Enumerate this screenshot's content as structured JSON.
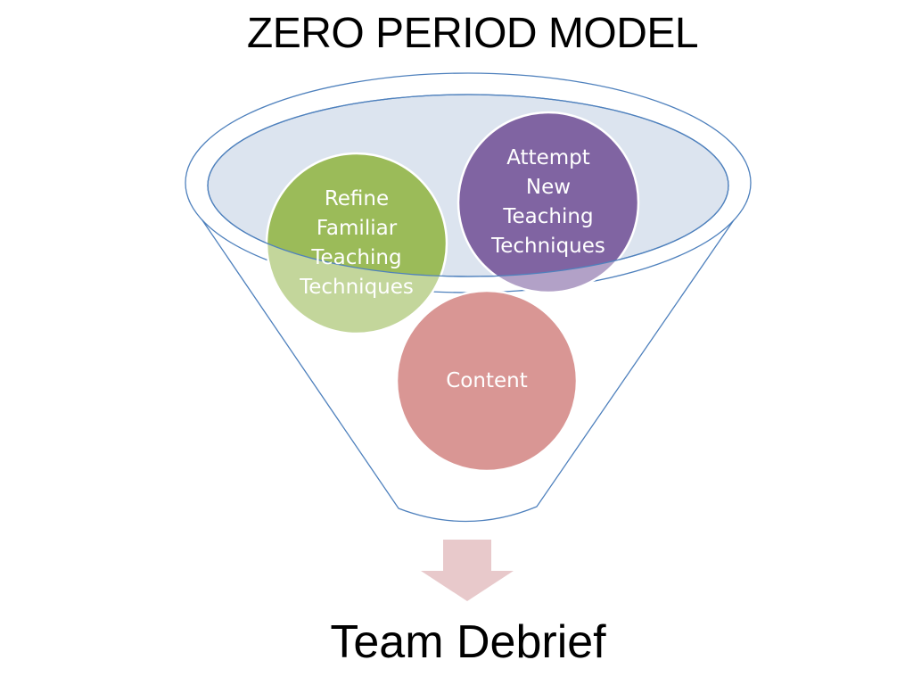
{
  "slide": {
    "title": "ZERO PERIOD MODEL",
    "outcome": "Team Debrief"
  },
  "diagram": {
    "circles": [
      {
        "id": "refine",
        "label": "Refine\nFamiliar\nTeaching\nTechniques",
        "color": "#9BBB59"
      },
      {
        "id": "attempt",
        "label": "Attempt\nNew\nTeaching\nTechniques",
        "color": "#8064A2"
      },
      {
        "id": "content",
        "label": "Content",
        "color": "#D99694"
      }
    ],
    "colors": {
      "funnel_outline": "#4F81BD",
      "funnel_top_fill": "#DCE4EF",
      "arrow": "#E8C9CB"
    }
  }
}
